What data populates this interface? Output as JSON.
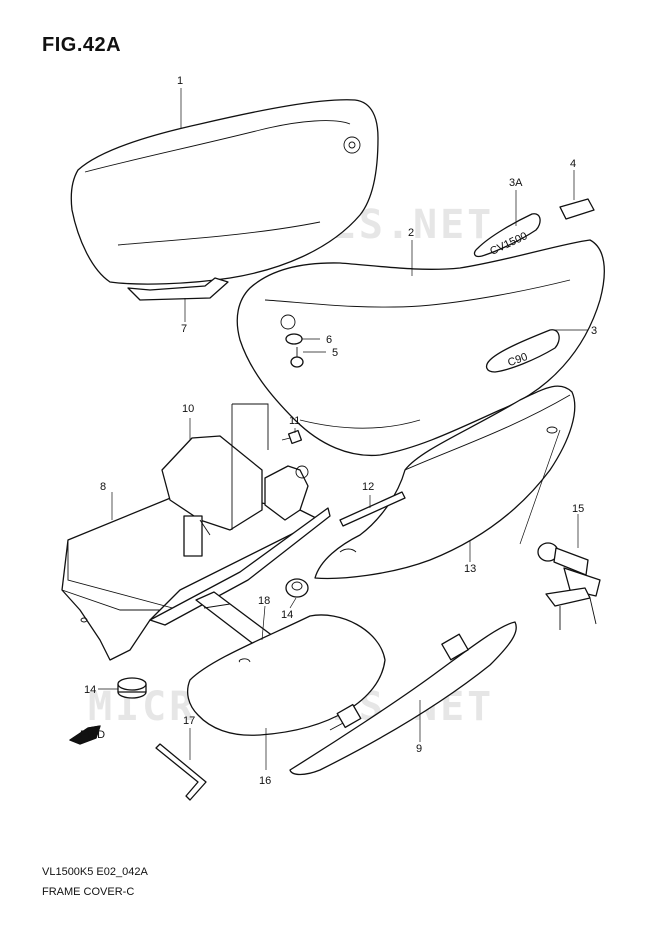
{
  "figure": {
    "title": "FIG.42A",
    "footer_code": "VL1500K5 E02_042A",
    "footer_name": "FRAME COVER-C",
    "watermark": "MICROFICHES.NET"
  },
  "callouts": {
    "c1": "1",
    "c2": "2",
    "c3": "3",
    "c3a": "3A",
    "c4": "4",
    "c5": "5",
    "c6": "6",
    "c7": "7",
    "c8": "8",
    "c9": "9",
    "c10": "10",
    "c11": "11",
    "c12": "12",
    "c13": "13",
    "c14a": "14",
    "c14b": "14",
    "c15": "15",
    "c16": "16",
    "c17": "17",
    "c18": "18"
  },
  "emblems": {
    "badge_3a": "CV1500",
    "badge_3": "C90"
  },
  "fwd_label": "FWD"
}
